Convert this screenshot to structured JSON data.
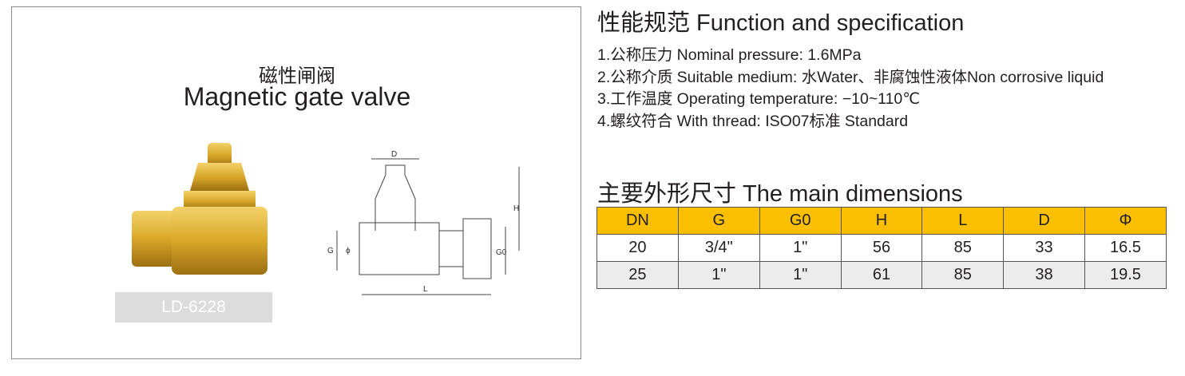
{
  "product": {
    "title_cn": "磁性闸阀",
    "title_en": "Magnetic gate valve",
    "model": "LD-6228",
    "drawing_labels": {
      "d": "D",
      "h": "H",
      "g": "G",
      "phi": "ϕ",
      "g0": "G0",
      "l": "L"
    }
  },
  "spec": {
    "heading": "性能规范  Function and specification",
    "items": [
      "1.公称压力 Nominal pressure: 1.6MPa",
      "2.公称介质 Suitable medium: 水Water、非腐蚀性液体Non corrosive liquid",
      "3.工作温度 Operating temperature: −10~110℃",
      "4.螺纹符合 With thread: ISO07标准 Standard"
    ]
  },
  "dimensions": {
    "heading": "主要外形尺寸  The main dimensions",
    "headers": [
      "DN",
      "G",
      "G0",
      "H",
      "L",
      "D",
      "Φ"
    ],
    "rows": [
      [
        "20",
        "3/4\"",
        "1\"",
        "56",
        "85",
        "33",
        "16.5"
      ],
      [
        "25",
        "1\"",
        "1\"",
        "61",
        "85",
        "38",
        "19.5"
      ]
    ]
  },
  "colors": {
    "header": "#f9bf00",
    "brass": "#d9a82a"
  }
}
